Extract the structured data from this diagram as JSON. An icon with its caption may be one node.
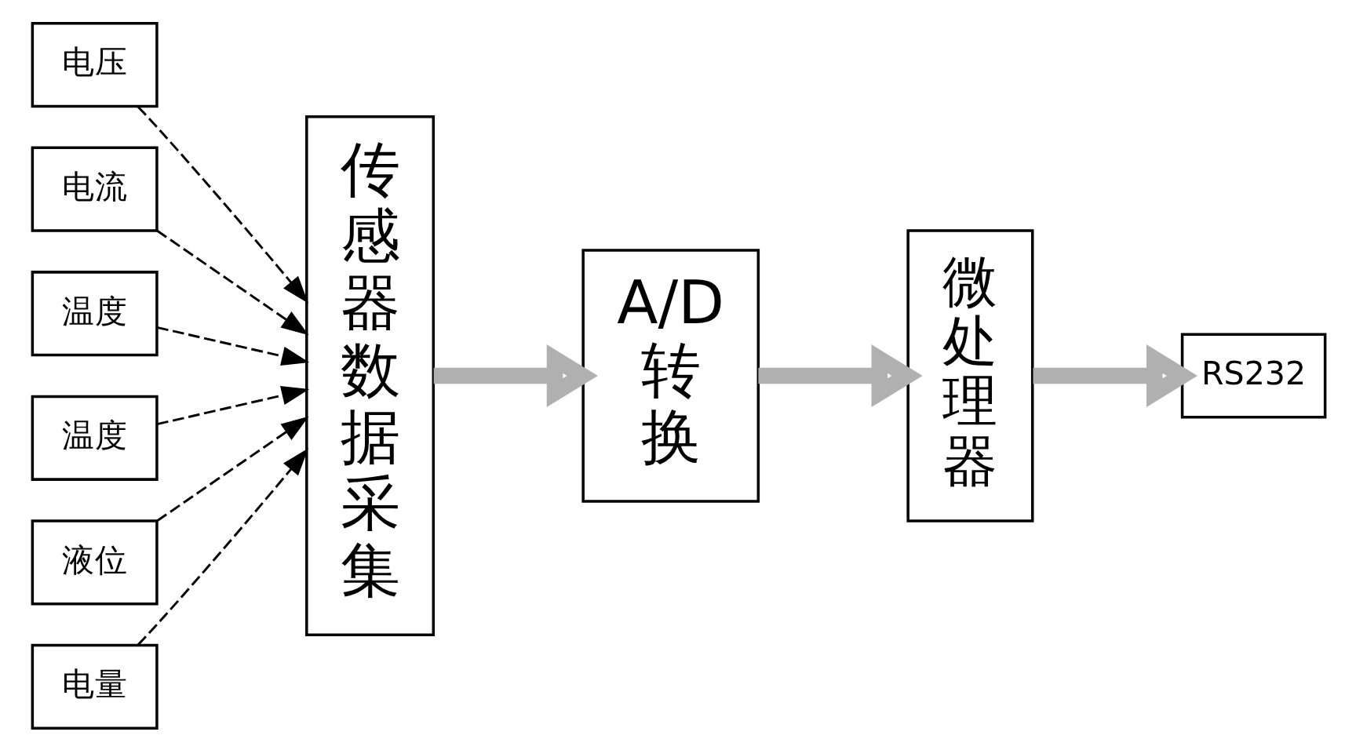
{
  "diagram": {
    "nodes": [
      {
        "text": [
          "电压"
        ]
      },
      {
        "text": [
          "电流"
        ]
      },
      {
        "text": [
          "温度"
        ]
      },
      {
        "text": [
          "温度"
        ]
      },
      {
        "text": [
          "液位"
        ]
      },
      {
        "text": [
          "电量"
        ]
      },
      {
        "text": [
          "传感器数据采集"
        ]
      },
      {
        "text": [
          "A/D转换"
        ]
      },
      {
        "text": [
          "微处理器"
        ]
      },
      {
        "text": [
          "RS232"
        ]
      }
    ],
    "edges": [
      {
        "from": 0,
        "to": 6,
        "arrow": "to",
        "style": "dashed"
      },
      {
        "from": 1,
        "to": 6,
        "arrow": "to",
        "style": "dashed"
      },
      {
        "from": 2,
        "to": 6,
        "arrow": "to",
        "style": "dashed"
      },
      {
        "from": 3,
        "to": 6,
        "arrow": "to",
        "style": "dashed"
      },
      {
        "from": 4,
        "to": 6,
        "arrow": "to",
        "style": "dashed"
      },
      {
        "from": 5,
        "to": 6,
        "arrow": "to",
        "style": "dashed"
      },
      {
        "from": 6,
        "to": 7,
        "arrow": "to",
        "style": "thick",
        "color": "#b0b0b0"
      },
      {
        "from": 7,
        "to": 8,
        "arrow": "to",
        "style": "thick",
        "color": "#b0b0b0"
      },
      {
        "from": 8,
        "to": 9,
        "arrow": "to",
        "style": "thick",
        "color": "#b0b0b0"
      }
    ]
  }
}
